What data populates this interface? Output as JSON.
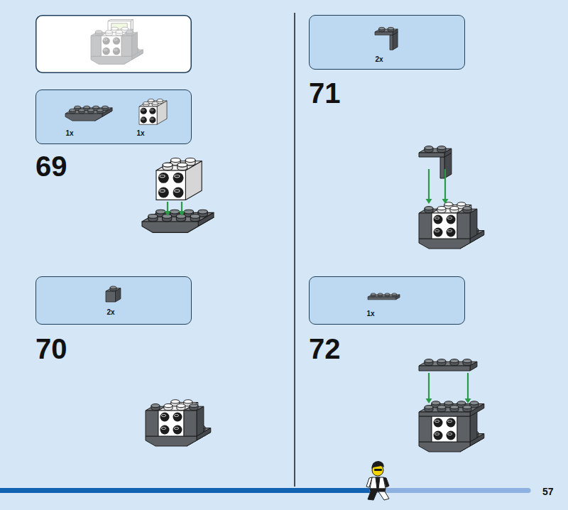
{
  "diagram": {
    "nodes": [
      {
        "text": [
          "1x",
          "1x"
        ]
      },
      {
        "text": [
          "2x"
        ]
      },
      {
        "text": [
          "2x"
        ]
      },
      {
        "text": [
          "1x"
        ]
      }
    ],
    "labels": [
      "69",
      "70",
      "71",
      "72",
      "57"
    ]
  }
}
